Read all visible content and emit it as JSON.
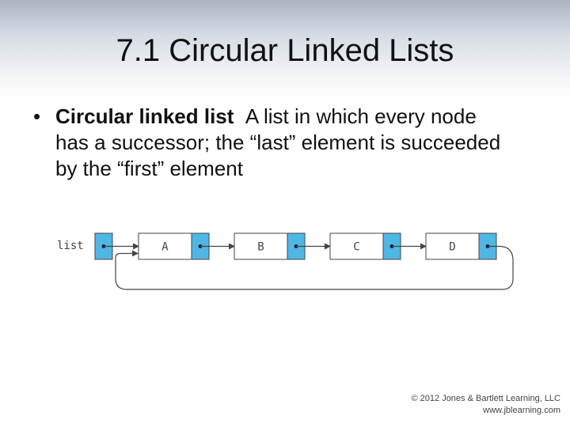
{
  "slide": {
    "title": "7.1 Circular Linked Lists",
    "bullet": {
      "marker": "•",
      "term": "Circular linked list",
      "definition": "A list in which every node has a successor; the “last” element is succeeded by the “first” element"
    }
  },
  "diagram": {
    "pointer_label": "list",
    "nodes": [
      "A",
      "B",
      "C",
      "D"
    ],
    "colors": {
      "pointer_field": "#4fb7e6",
      "node_border": "#444444",
      "arrow": "#444444"
    }
  },
  "copyright": {
    "line1": "© 2012 Jones & Bartlett Learning, LLC",
    "line2": "www.jblearning.com"
  }
}
